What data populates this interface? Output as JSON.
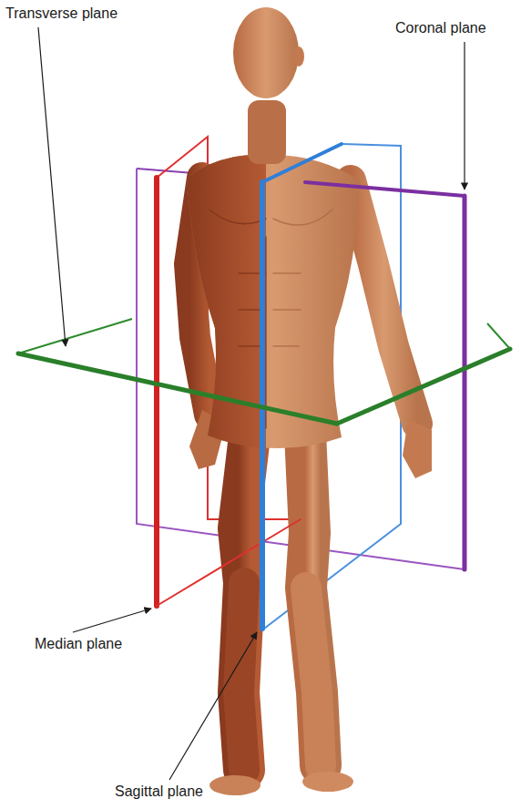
{
  "diagram": {
    "labels": [
      "Transverse plane",
      "Coronal plane",
      "Median plane",
      "Sagittal plane"
    ]
  }
}
